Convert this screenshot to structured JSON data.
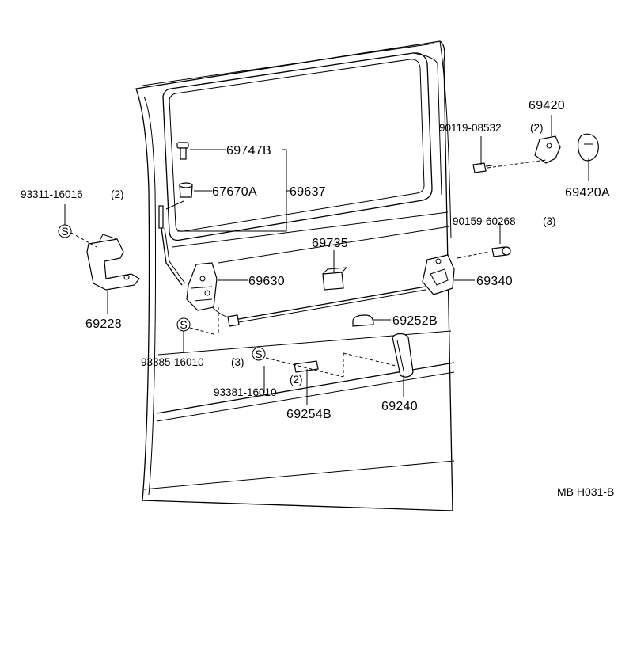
{
  "labels": {
    "p69747b": "69747B",
    "p67670a": "67670A",
    "p69637": "69637",
    "p93311": "93311-16016",
    "p93311_qty": "(2)",
    "p69630": "69630",
    "p69735": "69735",
    "p69228": "69228",
    "p93385": "93385-16010",
    "p93385_qty": "(3)",
    "p93381": "93381-16010",
    "p93381_qty": "(2)",
    "p69254b": "69254B",
    "p69240": "69240",
    "p69252b": "69252B",
    "p69340": "69340",
    "p90159": "90159-60268",
    "p90159_qty": "(3)",
    "p90119": "90119-08532",
    "p90119_qty": "(2)",
    "p69420": "69420",
    "p69420a": "69420A",
    "ref": "MB H031-B",
    "s_symbol": "S"
  }
}
